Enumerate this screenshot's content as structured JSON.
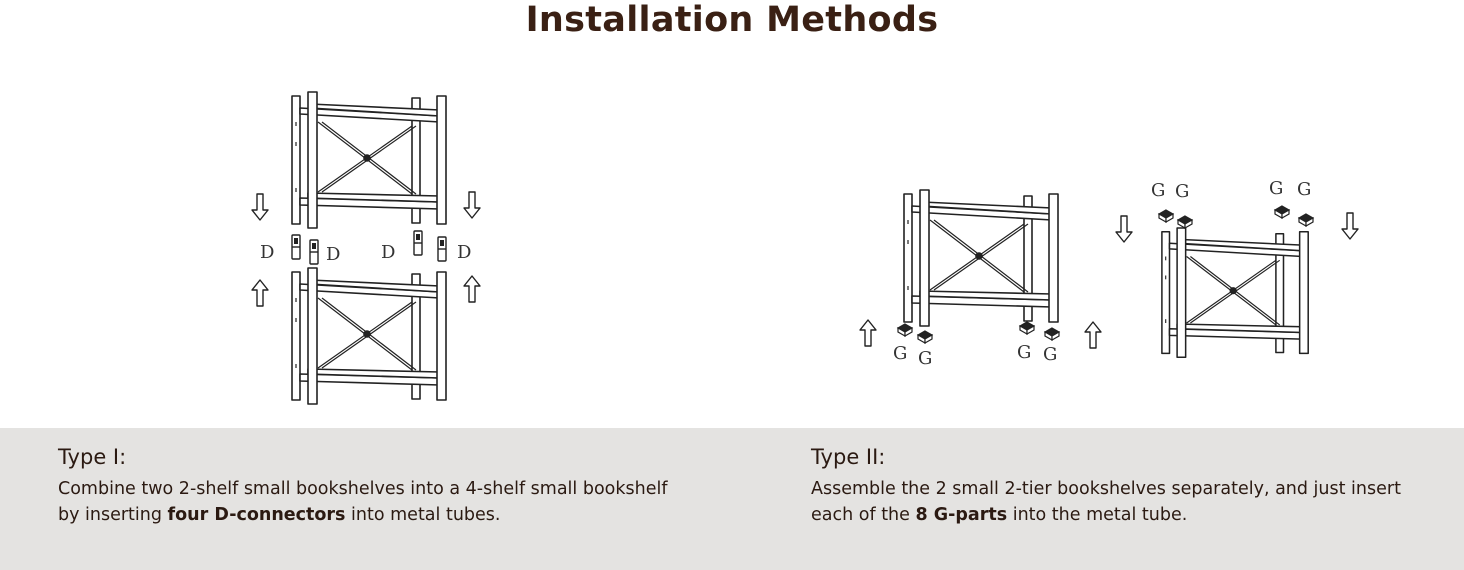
{
  "title": "Installation Methods",
  "colors": {
    "title": "#3a2014",
    "text": "#2b1a12",
    "panel_background": "#e4e3e1",
    "line_art": "#222222"
  },
  "diagram": {
    "part_d_label": "D",
    "part_g_label": "G",
    "icons": [
      "arrow-down-icon",
      "arrow-up-icon",
      "d-connector-icon",
      "g-part-icon",
      "bookshelf-icon"
    ]
  },
  "type1": {
    "heading": "Type I:",
    "text_before": "Combine two 2-shelf small bookshelves into a 4-shelf small bookshelf by inserting ",
    "bold": "four D-connectors",
    "text_after": " into metal tubes."
  },
  "type2": {
    "heading": "Type II:",
    "text_before": "Assemble the 2 small 2-tier bookshelves separately, and just insert each of the ",
    "bold": "8 G-parts",
    "text_after": " into the metal tube."
  }
}
